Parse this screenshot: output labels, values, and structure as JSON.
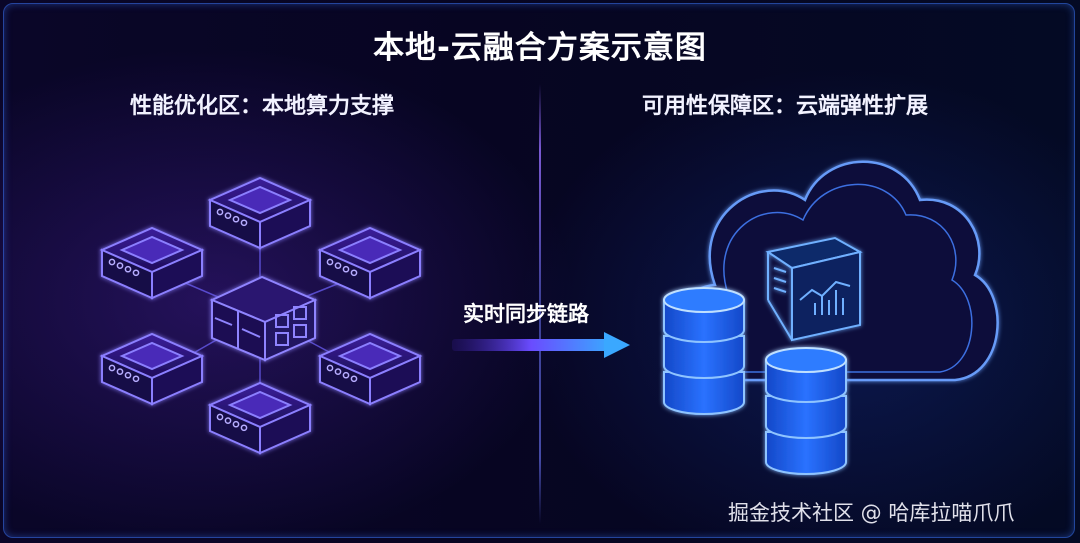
{
  "title": "本地-云融合方案示意图",
  "left": {
    "heading": "性能优化区：本地算力支撑"
  },
  "right": {
    "heading": "可用性保障区：云端弹性扩展"
  },
  "link": {
    "label": "实时同步链路"
  },
  "watermark": "掘金技术社区 @ 哈库拉喵爪爪",
  "colors": {
    "background": "#05041a",
    "node_glow": "#7d6cff",
    "node_fill": "#2a1470",
    "cloud_glow": "#4f8dff",
    "database_fill": "#1a5ff0",
    "arrow_start": "#6a4cff",
    "arrow_end": "#3aa8ff"
  },
  "icons": [
    "server-node-icon",
    "central-hub-icon",
    "cloud-icon",
    "dashboard-panel-icon",
    "database-icon",
    "arrow-right-icon"
  ]
}
